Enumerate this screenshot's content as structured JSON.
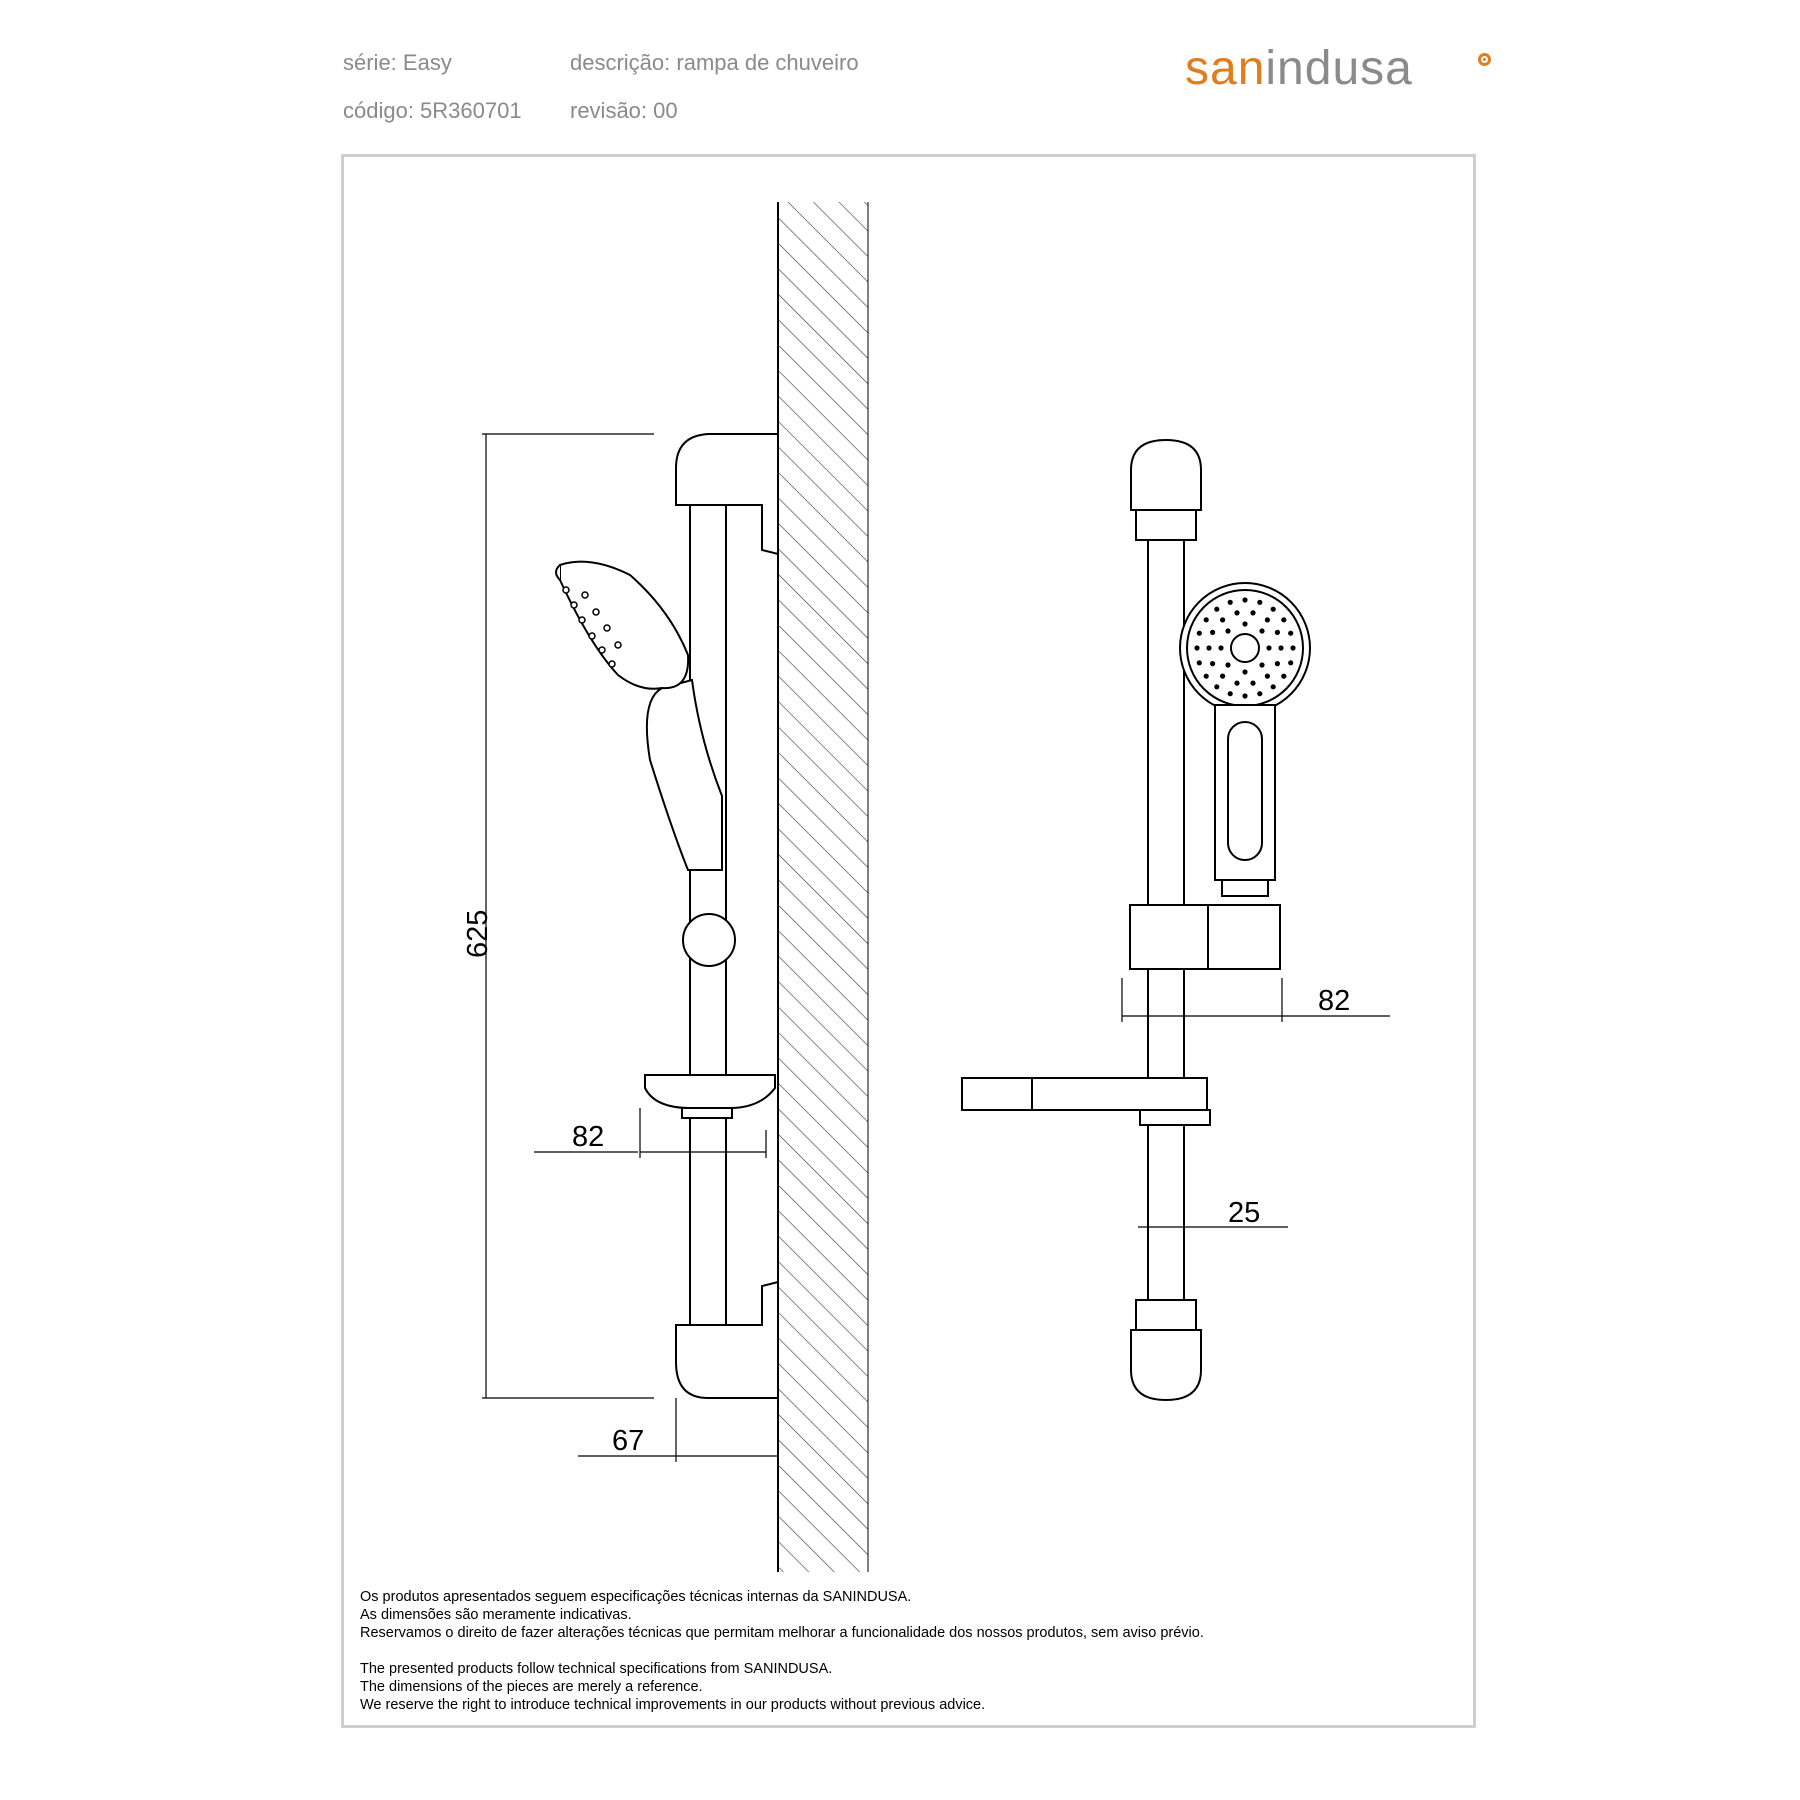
{
  "header": {
    "serie": "série: Easy",
    "codigo": "código: 5R360701",
    "descricao": "descrição: rampa de chuveiro",
    "revisao": "revisão: 00"
  },
  "logo": {
    "part1": "san",
    "part2": "indusa",
    "colors": {
      "san": "#e07d1f",
      "indusa": "#8a8a8a"
    }
  },
  "dimensions": {
    "height": "625",
    "soap_dish_side": "82",
    "wall_offset": "67",
    "holder_front": "82",
    "bar_diameter": "25"
  },
  "notes": {
    "pt": [
      "Os produtos apresentados seguem especificações técnicas internas da SANINDUSA.",
      "As dimensões são meramente indicativas.",
      "Reservamos o direito de fazer alterações técnicas que permitam melhorar a funcionalidade dos nossos produtos, sem aviso prévio."
    ],
    "en": [
      "The presented products follow technical specifications from SANINDUSA.",
      "The dimensions of the pieces are merely a reference.",
      "We reserve the right to introduce technical improvements in our products without previous advice."
    ]
  }
}
